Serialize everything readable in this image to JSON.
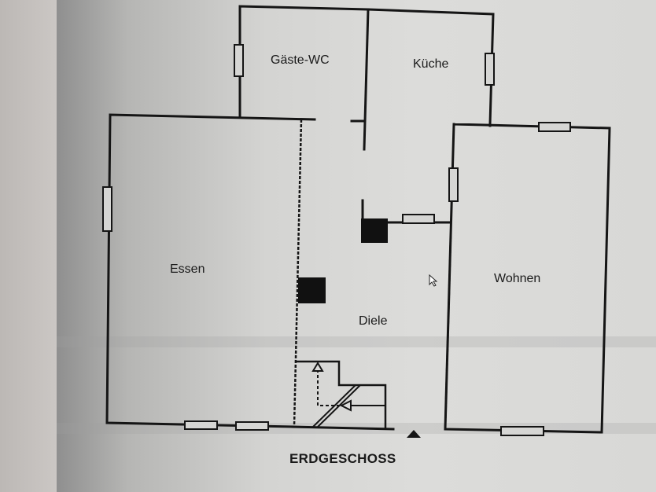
{
  "floorplan": {
    "title": "ERDGESCHOSS",
    "rooms": [
      {
        "id": "gaeste-wc",
        "label": "Gäste-WC"
      },
      {
        "id": "kueche",
        "label": "Küche"
      },
      {
        "id": "essen",
        "label": "Essen"
      },
      {
        "id": "diele",
        "label": "Diele"
      },
      {
        "id": "wohnen",
        "label": "Wohnen"
      }
    ],
    "symbols": {
      "entrance_marker": "triangle-up",
      "stairs": "staircase-with-arrows",
      "chimneys": 2
    },
    "colors": {
      "wall": "#151515",
      "paper": "#dcdcda"
    }
  }
}
